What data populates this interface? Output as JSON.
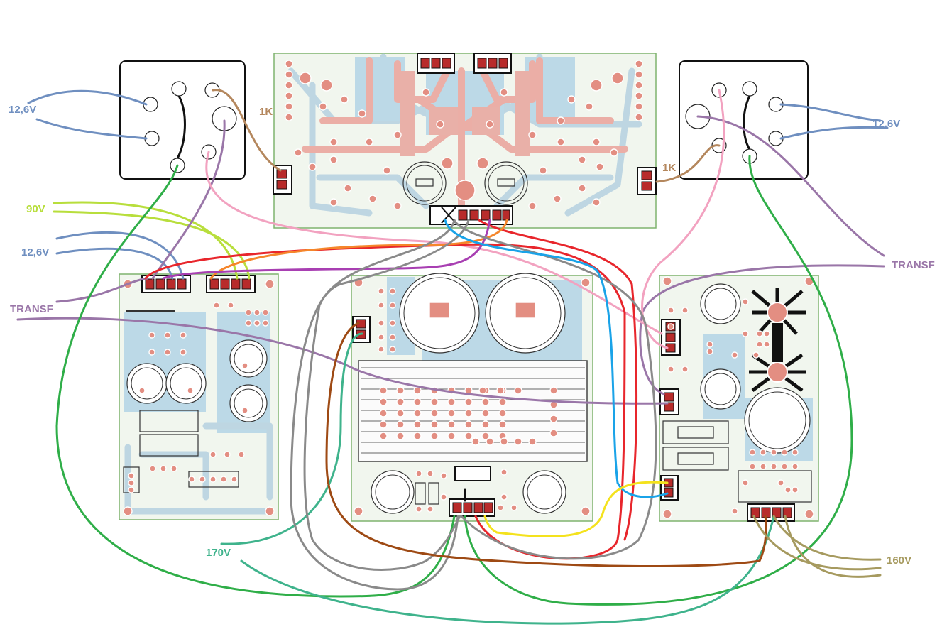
{
  "labels": {
    "v12_left_top": "12,6V",
    "v12_right": "12,6V",
    "r1k_left": "1K",
    "r1k_right": "1K",
    "v90": "90V",
    "v12_left_mid": "12,6V",
    "transf_left": "TRANSF",
    "transf_right": "TRANSF",
    "v170": "170V",
    "v160": "160V"
  },
  "colors": {
    "blue_heater": "#6f8fc0",
    "brown": "#b4875d",
    "purple": "#9a76a8",
    "pink": "#f2a2c0",
    "green": "#2fae48",
    "teal": "#3fb38c",
    "lime": "#b8de3c",
    "red": "#e8262c",
    "orange": "#f5862b",
    "magenta": "#a83fb2",
    "gray": "#8a8a8a",
    "dark_brown": "#9e4a14",
    "sky": "#1aa3e8",
    "yellow": "#f4e21d",
    "olive": "#a69a5f"
  },
  "icons": [
    "tube-socket",
    "pcb-board",
    "terminal-block",
    "capacitor",
    "heatsink",
    "diode",
    "resistor"
  ]
}
